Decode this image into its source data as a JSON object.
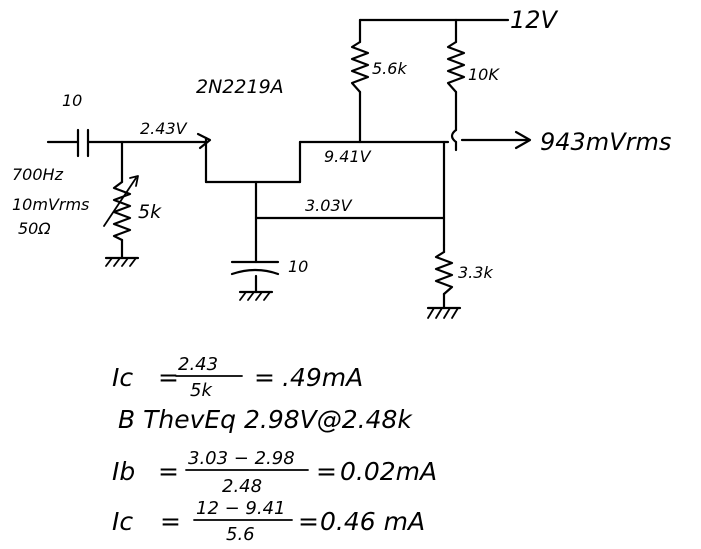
{
  "labels": {
    "supply": "12V",
    "r_collector_a": "5.6k",
    "r_collector_b": "10K",
    "output": "943mVrms",
    "transistor": "2N2219A",
    "c_in": "10",
    "v_emitter": "2.43V",
    "v_collector": "9.41V",
    "v_base": "3.03V",
    "source_freq": "700Hz",
    "source_amp": "10mVrms",
    "source_imp": "50Ω",
    "pot": "5k",
    "c_bypass": "10",
    "r_bias": "3.3k"
  },
  "equations": {
    "eq1": {
      "lhs": "Ic",
      "num": "2.43",
      "den": "5k",
      "rhs": ".49mA"
    },
    "eq2": {
      "text": "B ThevEq  2.98V@2.48k"
    },
    "eq3": {
      "lhs": "Ib",
      "num": "3.03 − 2.98",
      "den": "2.48",
      "rhs": "0.02mA"
    },
    "eq4": {
      "lhs": "Ic",
      "num": "12 − 9.41",
      "den": "5.6",
      "rhs": "0.46 mA"
    }
  }
}
